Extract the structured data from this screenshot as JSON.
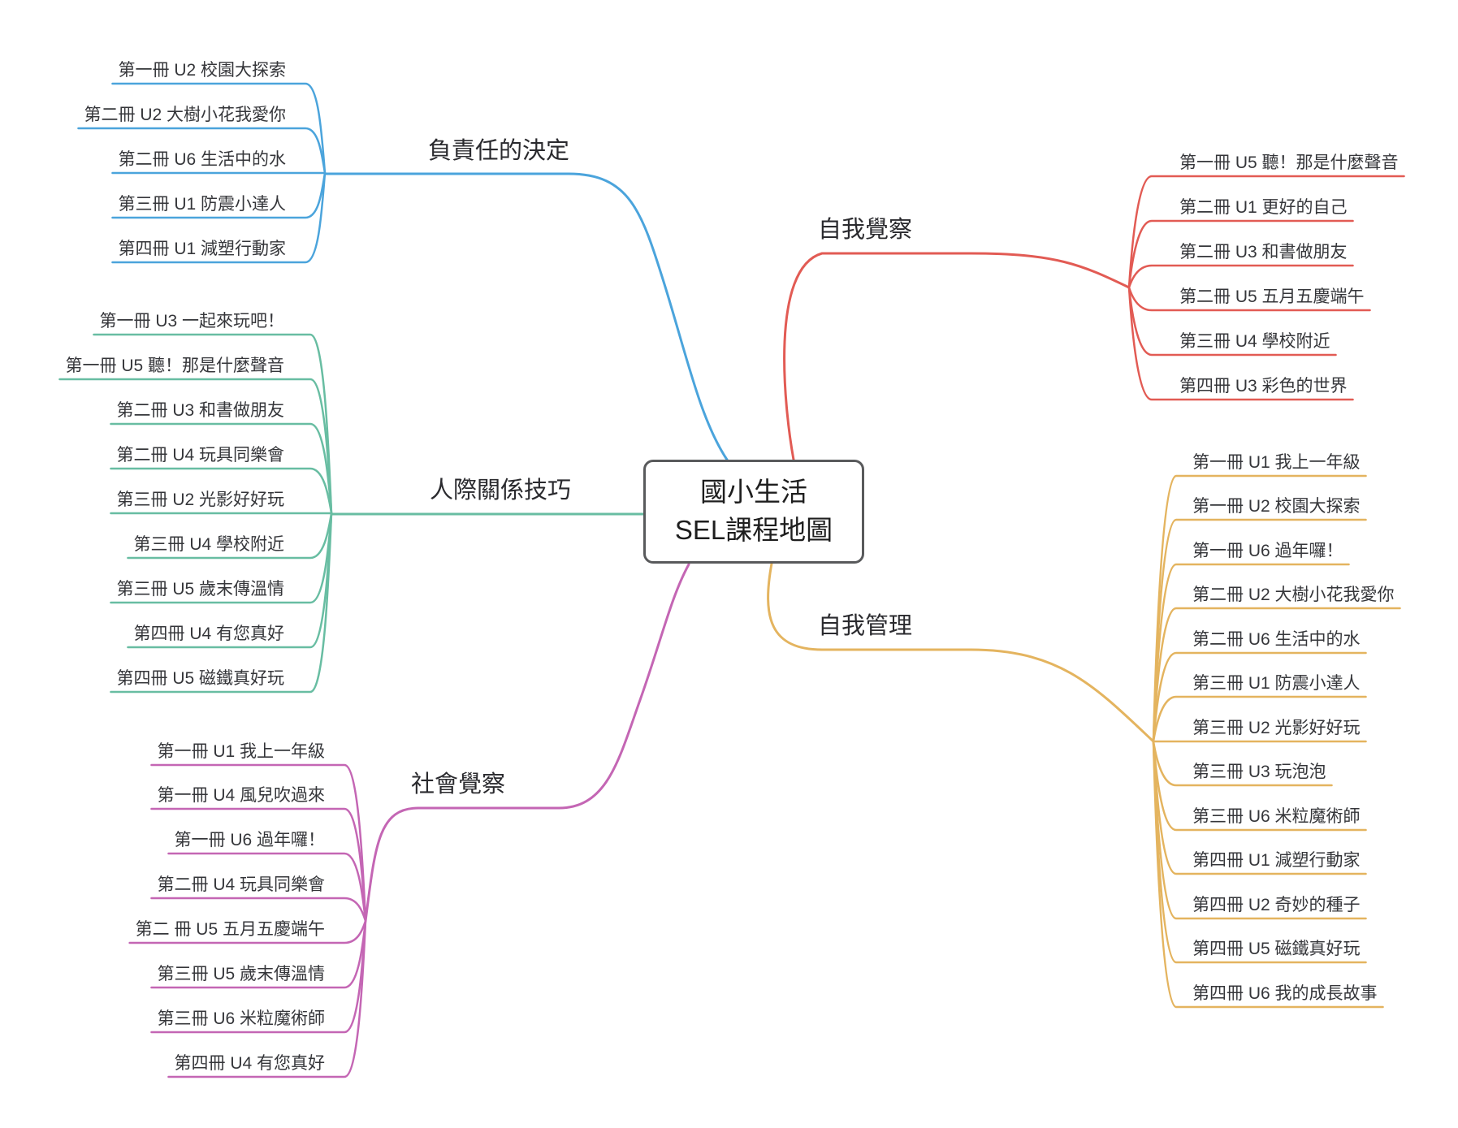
{
  "central_topic": {
    "line1": "國小生活",
    "line2": "SEL課程地圖"
  },
  "branches": [
    {
      "id": "responsible-decision",
      "label": "負責任的決定",
      "color": "#4BA4DC",
      "side": "left",
      "items": [
        "第一冊 U2 校園大探索",
        "第二冊 U2 大樹小花我愛你",
        "第二冊 U6 生活中的水",
        "第三冊 U1 防震小達人",
        "第四冊 U1 減塑行動家"
      ]
    },
    {
      "id": "interpersonal-skills",
      "label": "人際關係技巧",
      "color": "#68BDA2",
      "side": "left",
      "items": [
        "第一冊 U3 一起來玩吧！",
        "第一冊 U5 聽！那是什麼聲音",
        "第二冊 U3 和書做朋友",
        "第二冊 U4 玩具同樂會",
        "第三冊 U2 光影好好玩",
        "第三冊 U4 學校附近",
        "第三冊 U5 歲末傳溫情",
        "第四冊 U4 有您真好",
        "第四冊 U5 磁鐵真好玩"
      ]
    },
    {
      "id": "social-awareness",
      "label": "社會覺察",
      "color": "#C466B4",
      "side": "left",
      "items": [
        "第一冊 U1 我上一年級",
        "第一冊 U4 風兒吹過來",
        "第一冊 U6 過年囉！",
        "第二冊 U4 玩具同樂會",
        "第二 冊 U5 五月五慶端午",
        "第三冊 U5 歲末傳溫情",
        "第三冊 U6 米粒魔術師",
        "第四冊 U4 有您真好"
      ]
    },
    {
      "id": "self-awareness",
      "label": "自我覺察",
      "color": "#E25B54",
      "side": "right",
      "items": [
        "第一冊 U5 聽！那是什麼聲音",
        "第二冊 U1 更好的自己",
        "第二冊 U3 和書做朋友",
        "第二冊 U5 五月五慶端午",
        "第三冊 U4 學校附近",
        "第四冊 U3 彩色的世界"
      ]
    },
    {
      "id": "self-management",
      "label": "自我管理",
      "color": "#E4B45F",
      "side": "right",
      "items": [
        "第一冊 U1 我上一年級",
        "第一冊 U2 校園大探索",
        "第一冊 U6 過年囉！",
        "第二冊 U2 大樹小花我愛你",
        "第二冊 U6 生活中的水",
        "第三冊 U1 防震小達人",
        "第三冊 U2 光影好好玩",
        "第三冊 U3 玩泡泡",
        "第三冊 U6 米粒魔術師",
        "第四冊 U1 減塑行動家",
        "第四冊 U2 奇妙的種子",
        "第四冊 U5 磁鐵真好玩",
        "第四冊 U6 我的成長故事"
      ]
    }
  ]
}
